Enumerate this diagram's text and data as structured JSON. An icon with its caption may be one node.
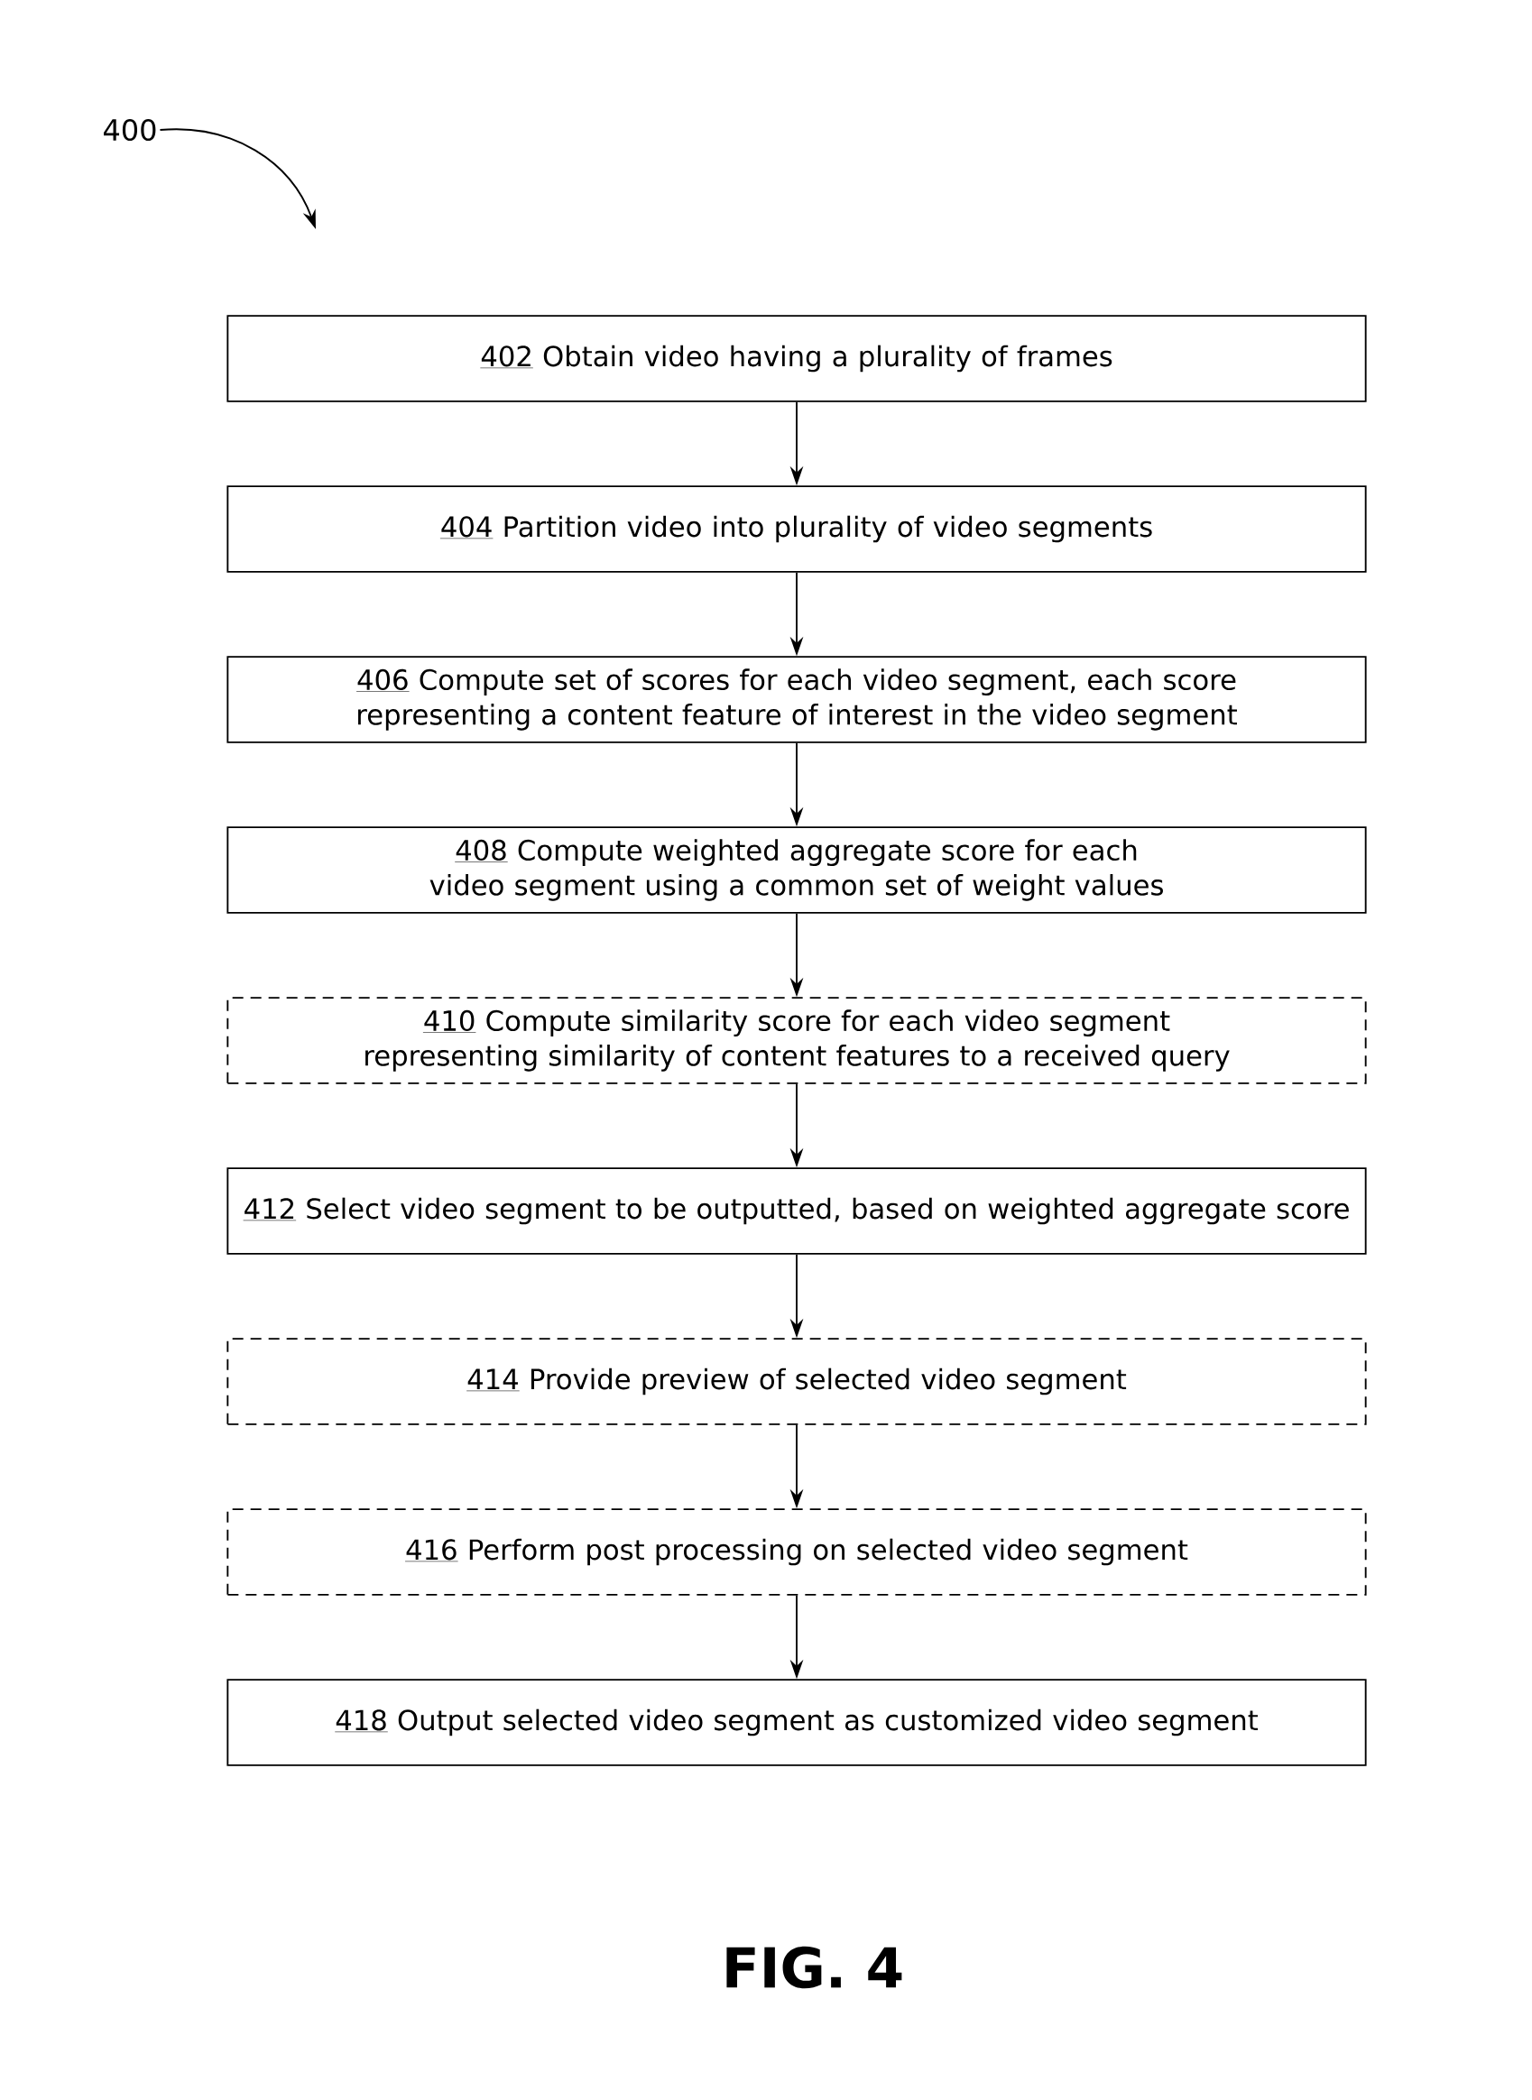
{
  "diagram": {
    "caption": "FIG. 4",
    "nodes": [
      {
        "text": [
          "400"
        ]
      },
      {
        "text": [
          "402",
          "Obtain video having a plurality of frames"
        ]
      },
      {
        "text": [
          "404",
          "Partition video into plurality of video segments"
        ]
      },
      {
        "text": [
          "406",
          "Compute set of scores for each video segment, each score representing a content feature of interest in the video segment"
        ]
      },
      {
        "text": [
          "408",
          "Compute weighted aggregate score for each video segment using a common set of weight values"
        ]
      },
      {
        "text": [
          "410",
          "Compute similarity score for each video segment representing similarity of content features to a received query"
        ]
      },
      {
        "text": [
          "412",
          "Select video segment to be outputted, based on weighted aggregate score"
        ]
      },
      {
        "text": [
          "414",
          "Provide preview of selected video segment"
        ]
      },
      {
        "text": [
          "416",
          "Perform post processing on selected video segment"
        ]
      },
      {
        "text": [
          "418",
          "Output selected video segment as customized video segment"
        ]
      }
    ],
    "edges": [
      {
        "from": 0,
        "to": null,
        "arrow": "to"
      },
      {
        "from": 1,
        "to": 2,
        "arrow": "to"
      },
      {
        "from": 2,
        "to": 3,
        "arrow": "to"
      },
      {
        "from": 3,
        "to": 4,
        "arrow": "to"
      },
      {
        "from": 4,
        "to": 5,
        "arrow": "to"
      },
      {
        "from": 5,
        "to": 6,
        "arrow": "to"
      },
      {
        "from": 6,
        "to": 7,
        "arrow": "to"
      },
      {
        "from": 7,
        "to": 8,
        "arrow": "to"
      },
      {
        "from": 8,
        "to": 9,
        "arrow": "to"
      }
    ]
  }
}
